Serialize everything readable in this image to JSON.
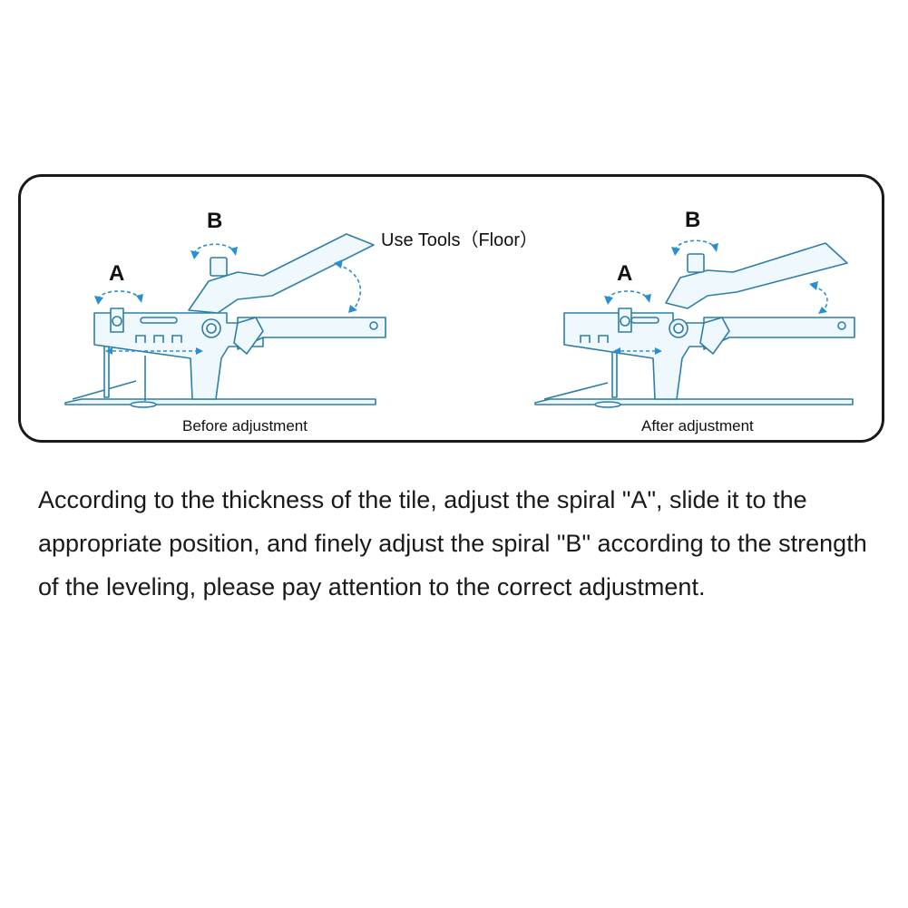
{
  "diagram": {
    "title": "Use Tools（Floor）",
    "left": {
      "caption": "Before adjustment",
      "label_a": "A",
      "label_b": "B"
    },
    "right": {
      "caption": "After adjustment",
      "label_a": "A",
      "label_b": "B"
    }
  },
  "description": "According to the thickness of the tile, adjust the spiral \"A\", slide it to the appropriate position, and finely adjust the spiral \"B\" according to the strength of the leveling, please pay attention to the correct adjustment.",
  "colors": {
    "tool_stroke": "#2f7ea8",
    "arrow": "#2a8fd0",
    "border": "#1a1a1a"
  }
}
